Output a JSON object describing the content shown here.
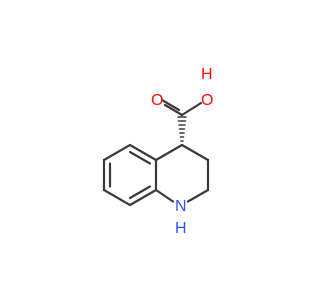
{
  "molecule": {
    "atoms": {
      "oxygen_carbonyl": {
        "label": "O",
        "color": "#ff0d0d"
      },
      "hydroxyl_o": {
        "label": "O",
        "color": "#ff0d0d"
      },
      "hydroxyl_h": {
        "label": "H",
        "color": "#ff0d0d"
      },
      "amine_n": {
        "label": "N",
        "color": "#3050f8"
      },
      "amine_h": {
        "label": "H",
        "color": "#3050f8"
      }
    },
    "bond_color": "#3a3a3a"
  }
}
